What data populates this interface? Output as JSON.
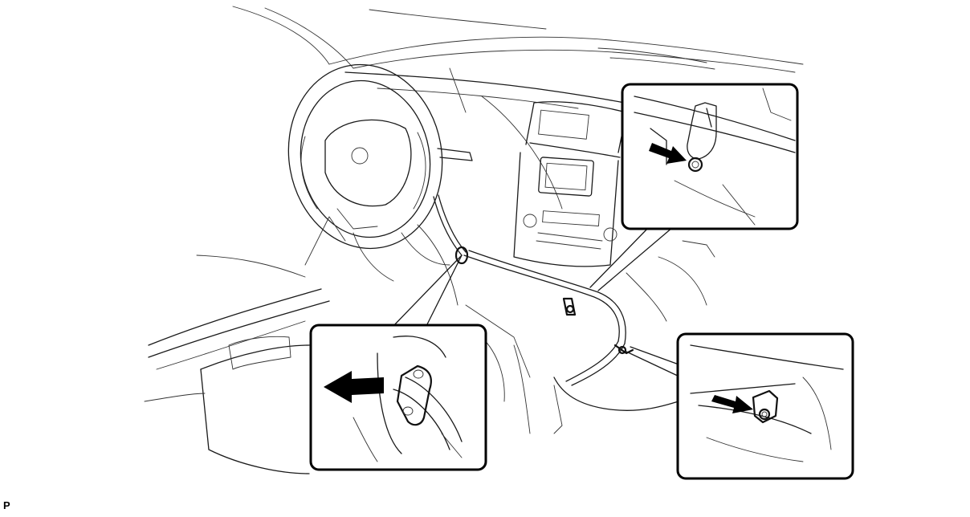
{
  "figure": {
    "code": "P",
    "colors": {
      "line": "#1a1a1a",
      "callout_border": "#000000",
      "arrow": "#000000",
      "background": "#ffffff"
    },
    "callouts": [
      {
        "id": "upper-right",
        "action": "bolt"
      },
      {
        "id": "lower-left",
        "action": "clamp-release"
      },
      {
        "id": "lower-right",
        "action": "bolt"
      }
    ]
  }
}
